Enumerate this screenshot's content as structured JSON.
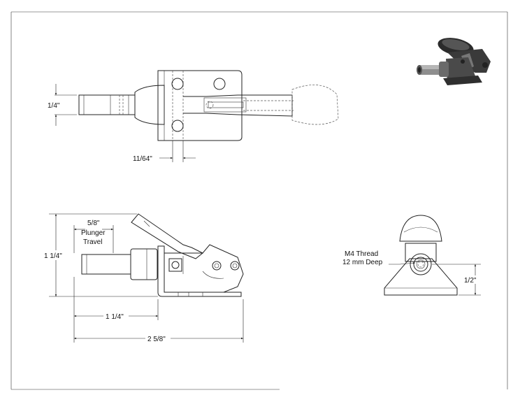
{
  "dimensions": {
    "shank_dia": "1/4\"",
    "hole_offset": "11/64\"",
    "plunger_travel_value": "5/8\"",
    "plunger_travel_line1": "Plunger",
    "plunger_travel_line2": "Travel",
    "height": "1 1/4\"",
    "shank_length": "1 1/4\"",
    "overall_length": "2 5/8\"",
    "thread_line1": "M4 Thread",
    "thread_line2": "12 mm Deep",
    "center_height": "1/2\""
  },
  "colors": {
    "line": "#222222",
    "iso_dark": "#2b2b2b",
    "iso_mid": "#6a6a6a",
    "iso_light": "#a9a9a9"
  }
}
